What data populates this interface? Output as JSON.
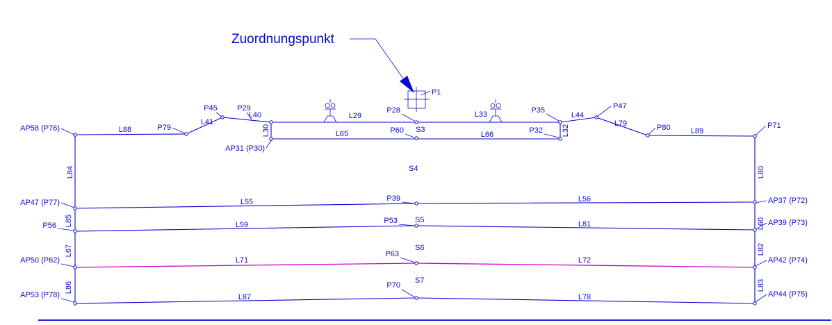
{
  "colors": {
    "blue": "#0808d0",
    "magenta": "#cc00cc",
    "background": "#ffffff"
  },
  "callout": {
    "title": "Zuordnungspunkt",
    "p1": "P1"
  },
  "profile": {
    "ap58": "AP58 (P76)",
    "l88": "L88",
    "p79": "P79",
    "l41": "L41",
    "p45": "P45",
    "p29": "P29",
    "l40": "L40",
    "l30": "L30",
    "l29": "L29",
    "p28": "P28",
    "l33": "L33",
    "p35": "P35",
    "l65": "L65",
    "p60": "P60",
    "l66": "L66",
    "p32": "P32",
    "l32": "L32",
    "ap31": "AP31 (P30)",
    "l44": "L44",
    "p47": "P47",
    "l79": "L79",
    "p80": "P80",
    "l89": "L89",
    "p71": "P71"
  },
  "left_edge": {
    "l84": "L84",
    "l85": "L85",
    "l67": "L67",
    "l86": "L86"
  },
  "right_edge": {
    "l80": "L80",
    "l60": "L60",
    "l82": "L82",
    "l83": "L83"
  },
  "areas": {
    "s3": "S3",
    "s4": "S4",
    "s5": "S5",
    "s6": "S6",
    "s7": "S7"
  },
  "layer1": {
    "left": "AP47 (P77)",
    "seg_left": "L55",
    "peak": "P39",
    "seg_right": "L56",
    "right": "AP37 (P72)"
  },
  "layer2": {
    "left": "P56",
    "seg_left": "L59",
    "peak": "P53",
    "seg_right": "L81",
    "right": "AP39 (P73)"
  },
  "layer3": {
    "left": "AP50 (P62)",
    "seg_left": "L71",
    "peak": "P63",
    "seg_right": "L72",
    "right": "AP42 (P74)"
  },
  "layer4": {
    "left": "AP53 (P78)",
    "seg_left": "L87",
    "peak": "P70",
    "seg_right": "L78",
    "right": "AP44 (P75)"
  }
}
